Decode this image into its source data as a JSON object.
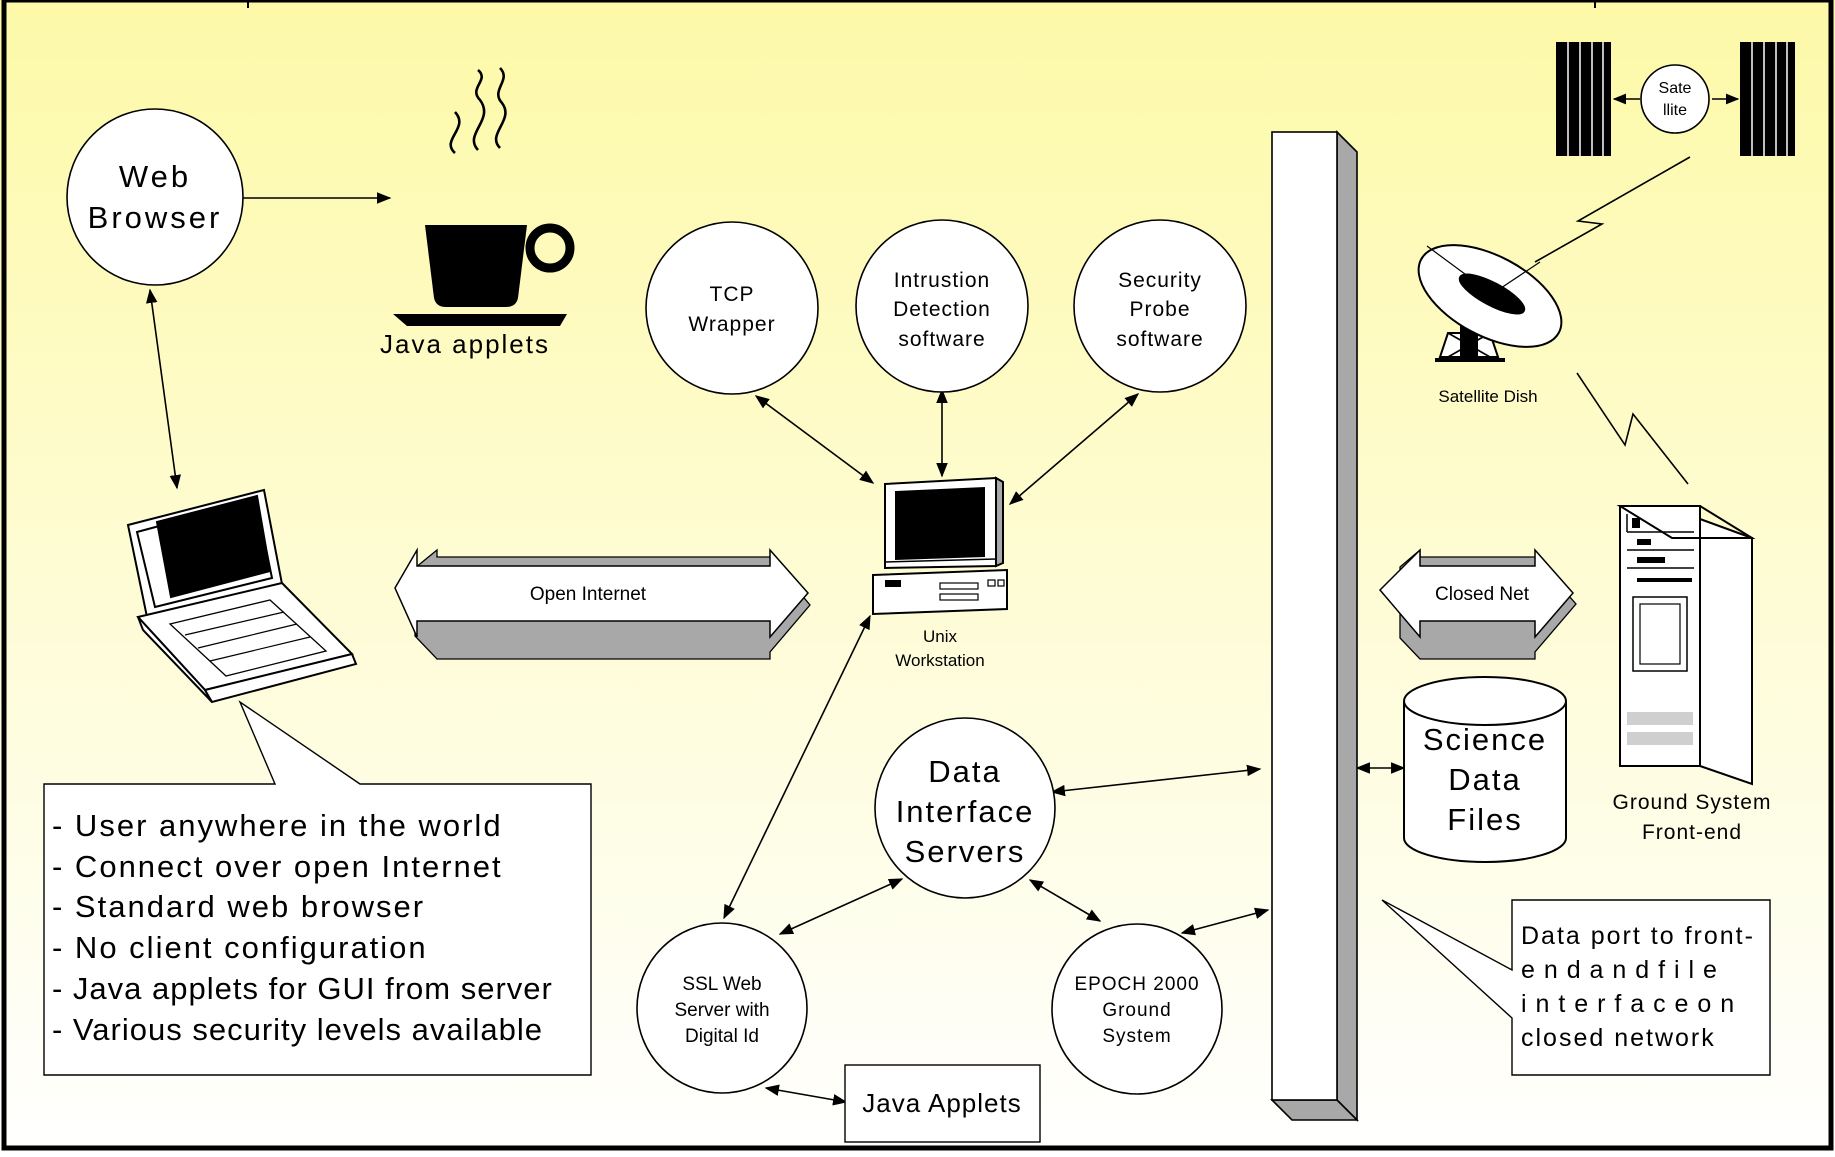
{
  "nodes": {
    "web_browser": [
      "Web",
      "Browser"
    ],
    "java_applets_cup": "Java applets",
    "tcp_wrapper": [
      "TCP",
      "Wrapper"
    ],
    "intrusion_detection": [
      "Intrustion",
      "Detection",
      "software"
    ],
    "security_probe": [
      "Security",
      "Probe",
      "software"
    ],
    "unix_workstation": [
      "Unix",
      "Workstation"
    ],
    "satellite": [
      "Sate",
      "llite"
    ],
    "satellite_dish": "Satellite Dish",
    "ground_system": [
      "Ground System",
      "Front-end"
    ],
    "science_data_files": [
      "Science",
      "Data",
      "Files"
    ],
    "data_interface_servers": [
      "Data",
      "Interface",
      "Servers"
    ],
    "ssl_web_server": [
      "SSL Web",
      "Server with",
      "Digital Id"
    ],
    "epoch_ground_system": [
      "EPOCH 2000",
      "Ground",
      "System"
    ],
    "java_applets_box": "Java Applets"
  },
  "connections": {
    "open_internet": "Open Internet",
    "closed_net": "Closed Net"
  },
  "callouts": {
    "user_features": [
      "-  User anywhere in the world",
      "- Connect over open Internet",
      "- Standard web browser",
      "-  No client configuration",
      "- Java applets for GUI from server",
      "-  Various security levels available"
    ],
    "data_port": [
      "Data port to front-",
      "e n d   a n d   f i l e",
      "i n t e r f a c e   o n",
      "closed network"
    ]
  },
  "colors": {
    "background_top": "#fdf9a8",
    "background_bottom": "#ffffff",
    "shadow_gray": "#a8a8a8",
    "disk_gray": "#cfcfcf"
  }
}
